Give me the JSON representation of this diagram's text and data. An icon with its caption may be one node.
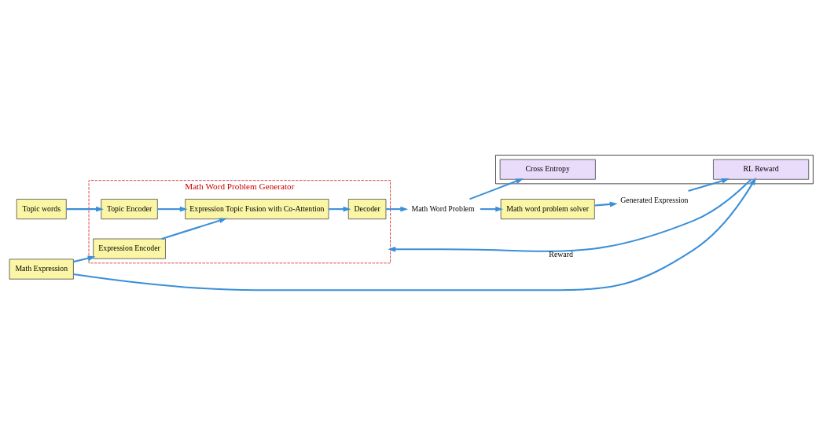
{
  "diagram": {
    "nodes": [
      {
        "text": [
          "Math Word Problem Generator"
        ]
      },
      {
        "text": [
          "Topic words"
        ]
      },
      {
        "text": [
          "Math Expression"
        ]
      },
      {
        "text": [
          "Topic Encoder"
        ],
        "in": 0
      },
      {
        "text": [
          "Expression Encoder"
        ],
        "in": 0
      },
      {
        "text": [
          "Expression Topic Fusion with Co-Attention"
        ],
        "in": 0
      },
      {
        "text": [
          "Decoder"
        ],
        "in": 0
      },
      {
        "text": [
          "Math Word Problem"
        ]
      },
      {
        "text": [
          "Math word problem solver"
        ]
      },
      {
        "text": [
          "Generated Expression"
        ]
      },
      {
        "text": [],
        "shape": "box"
      },
      {
        "text": [
          "RL Reward"
        ],
        "in": 10
      },
      {
        "text": [
          "Cross Entropy"
        ],
        "in": 10
      }
    ],
    "edges": [
      {
        "from": 1,
        "to": 3,
        "arrow": "to"
      },
      {
        "from": 2,
        "to": 4,
        "arrow": "to"
      },
      {
        "from": 3,
        "to": 5,
        "arrow": "to"
      },
      {
        "from": 4,
        "to": 5,
        "arrow": "to"
      },
      {
        "from": 5,
        "to": 6,
        "arrow": "to"
      },
      {
        "from": 6,
        "to": 7,
        "arrow": "to"
      },
      {
        "from": 7,
        "to": 8,
        "arrow": "to"
      },
      {
        "from": 8,
        "to": 9,
        "arrow": "to"
      },
      {
        "from": 9,
        "to": 11,
        "arrow": "to"
      },
      {
        "from": 2,
        "to": 11,
        "arrow": "to"
      },
      {
        "from": 11,
        "to": 0,
        "arrow": "to",
        "label": "Reward"
      },
      {
        "from": 7,
        "to": 12,
        "arrow": "to"
      }
    ]
  }
}
